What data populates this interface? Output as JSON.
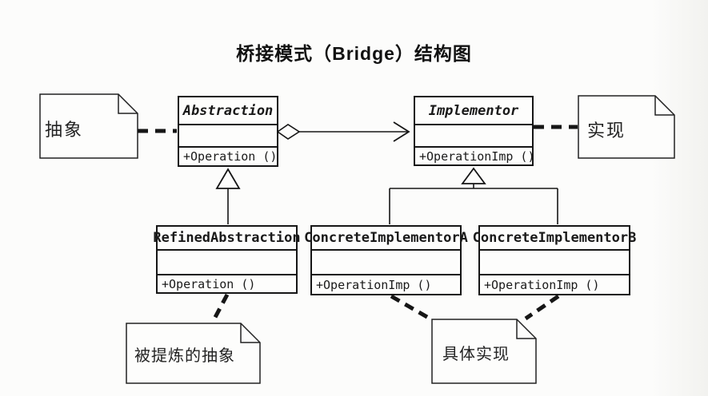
{
  "title": "桥接模式（Bridge）结构图",
  "classes": {
    "abstraction": {
      "name": "Abstraction",
      "stereotype": "abstract",
      "attributes": "",
      "method": "+Operation ()"
    },
    "implementor": {
      "name": "Implementor",
      "stereotype": "abstract",
      "attributes": "",
      "method": "+OperationImp ()"
    },
    "refined_abstraction": {
      "name": "RefinedAbstraction",
      "stereotype": "concrete",
      "attributes": "",
      "method": "+Operation ()"
    },
    "concrete_implementor_a": {
      "name": "ConcreteImplementorA",
      "stereotype": "concrete",
      "attributes": "",
      "method": "+OperationImp ()"
    },
    "concrete_implementor_b": {
      "name": "ConcreteImplementorB",
      "stereotype": "concrete",
      "attributes": "",
      "method": "+OperationImp ()"
    }
  },
  "notes": {
    "abstraction_note": "抽象",
    "implementor_note": "实现",
    "refined_note": "被提炼的抽象",
    "concrete_note": "具体实现"
  },
  "relationships": [
    {
      "type": "aggregation",
      "from": "Abstraction",
      "to": "Implementor"
    },
    {
      "type": "generalization",
      "parent": "Abstraction",
      "child": "RefinedAbstraction"
    },
    {
      "type": "generalization",
      "parent": "Implementor",
      "child": "ConcreteImplementorA"
    },
    {
      "type": "generalization",
      "parent": "Implementor",
      "child": "ConcreteImplementorB"
    },
    {
      "type": "note-link",
      "note": "抽象",
      "target": "Abstraction"
    },
    {
      "type": "note-link",
      "note": "实现",
      "target": "Implementor"
    },
    {
      "type": "note-link",
      "note": "被提炼的抽象",
      "target": "RefinedAbstraction"
    },
    {
      "type": "note-link",
      "note": "具体实现",
      "target": "ConcreteImplementorA"
    },
    {
      "type": "note-link",
      "note": "具体实现",
      "target": "ConcreteImplementorB"
    }
  ],
  "colors": {
    "line": "#161616",
    "paper": "#fcfcfb",
    "shape_fill": "#fdfdfc"
  }
}
